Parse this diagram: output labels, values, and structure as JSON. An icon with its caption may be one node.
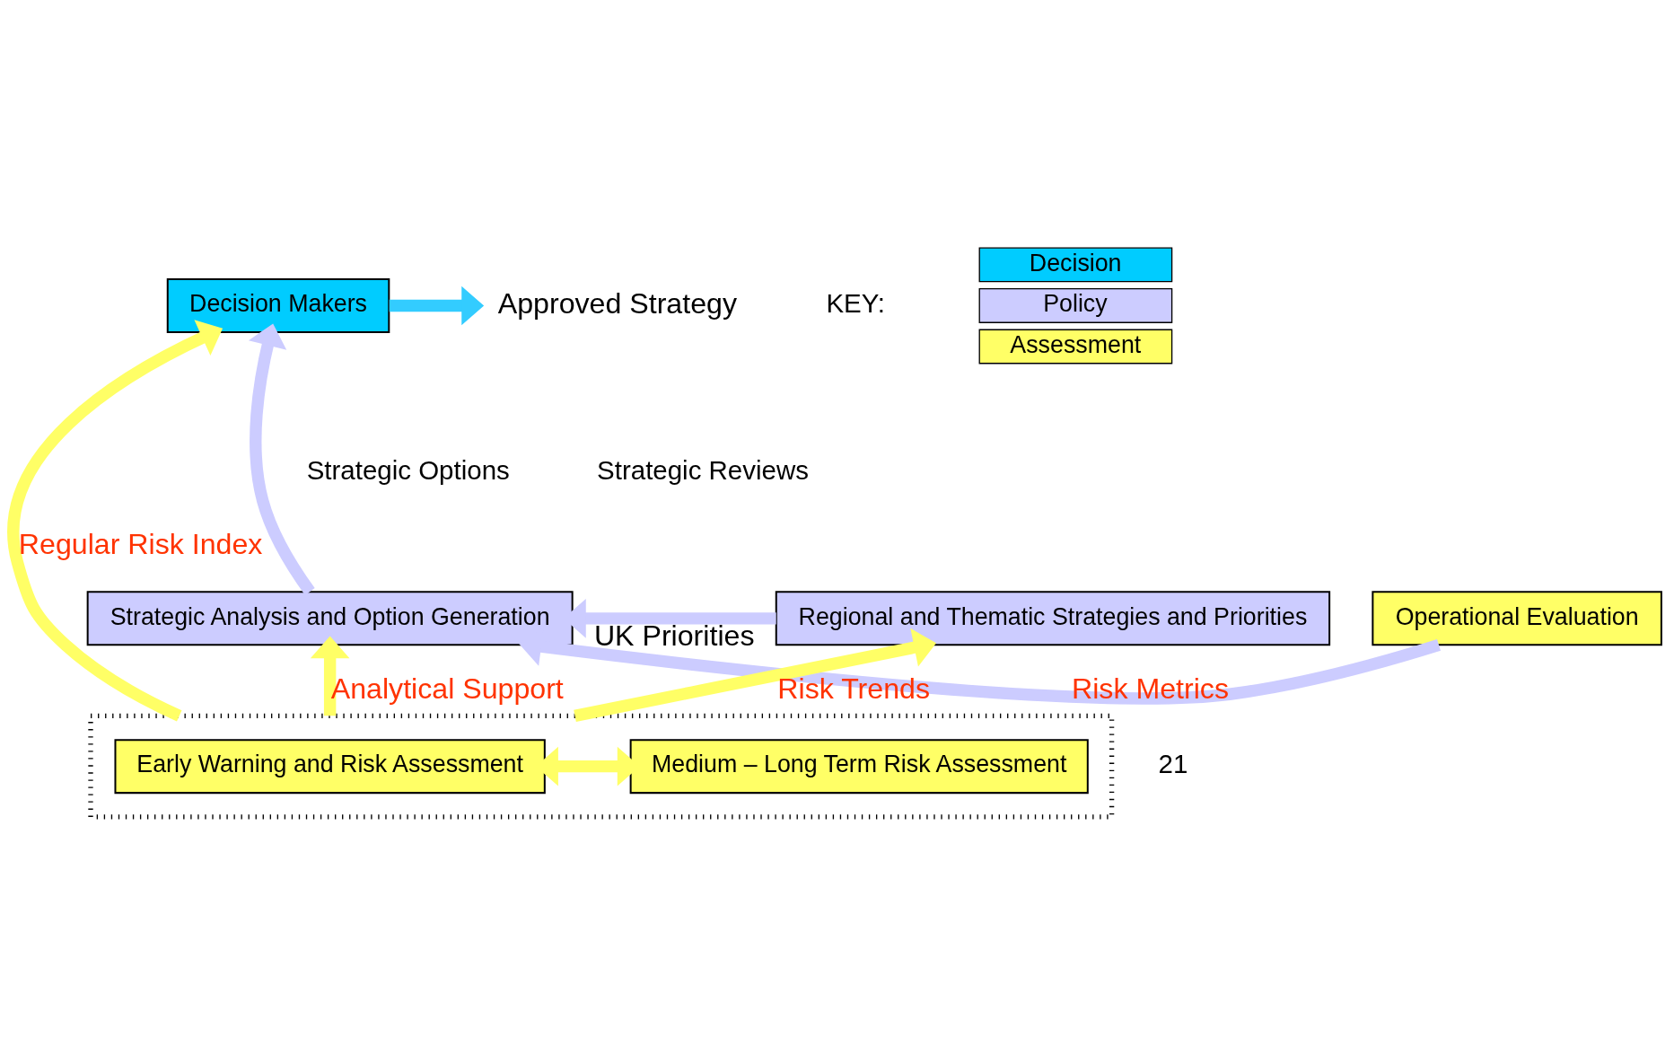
{
  "diagram": {
    "nodes": [
      {
        "text": [
          "Decision Makers"
        ]
      },
      {
        "text": [
          "Approved Strategy"
        ]
      },
      {
        "text": [
          "Strategic Analysis and Option Generation"
        ]
      },
      {
        "text": [
          "Operational Evaluation"
        ]
      },
      {
        "text": [
          "Regional and Thematic Strategies and Priorities"
        ]
      },
      {
        "text": [],
        "shape": "box"
      },
      {
        "text": [
          "Early Warning and Risk Assessment"
        ],
        "in": 5
      },
      {
        "text": [
          "Medium – Long Term Risk Assessment"
        ],
        "in": 5
      }
    ],
    "edges": [
      {
        "from": 0,
        "to": 1,
        "arrow": "to",
        "color": "#33ccff"
      },
      {
        "from": 5,
        "to": 0,
        "arrow": "to",
        "label": "Regular Risk Index"
      },
      {
        "from": 2,
        "to": 0,
        "arrow": "to",
        "color": "#ccccff"
      },
      {
        "from": 5,
        "to": 2,
        "arrow": "to",
        "label": "Analytical Support"
      },
      {
        "from": 3,
        "to": 2,
        "arrow": "to",
        "label": "Risk Metrics",
        "color": "#ccccff"
      },
      {
        "from": 4,
        "to": 2,
        "arrow": "to",
        "label": "UK Priorities",
        "color": "#ccccff"
      },
      {
        "from": 6,
        "to": 7,
        "arrow": "both"
      },
      {
        "from": 5,
        "to": 4,
        "arrow": "to",
        "label": "Risk Trends"
      }
    ],
    "labels": [
      "KEY:",
      "Strategic Options",
      "Strategic Reviews",
      "21"
    ],
    "legend": [
      {
        "text": "Decision",
        "color": "#00ccff"
      },
      {
        "text": "Policy",
        "color": "#ccccff"
      },
      {
        "text": "Assessment",
        "color": "#ffff66"
      }
    ]
  }
}
